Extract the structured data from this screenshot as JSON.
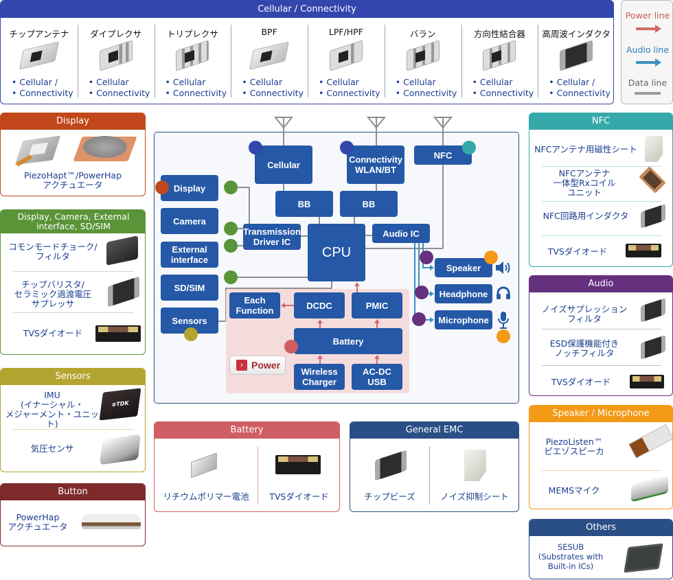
{
  "cellular_panel": {
    "title": "Cellular / Connectivity",
    "color": "#3346ad",
    "items": [
      {
        "name": "チップアンテナ",
        "tags": [
          "Cellular /",
          "Connectivity"
        ]
      },
      {
        "name": "ダイプレクサ",
        "tags": [
          "Cellular",
          "Connectivity"
        ]
      },
      {
        "name": "トリプレクサ",
        "tags": [
          "Cellular",
          "Connectivity"
        ]
      },
      {
        "name": "BPF",
        "tags": [
          "Cellular",
          "Connectivity"
        ]
      },
      {
        "name": "LPF/HPF",
        "tags": [
          "Cellular",
          "Connectivity"
        ]
      },
      {
        "name": "バラン",
        "tags": [
          "Cellular",
          "Connectivity"
        ]
      },
      {
        "name": "方向性結合器",
        "tags": [
          "Cellular",
          "Connectivity"
        ]
      },
      {
        "name": "高周波インダクタ",
        "tags": [
          "Cellular /",
          "Connectivity"
        ]
      }
    ]
  },
  "legend": {
    "power": {
      "label": "Power line",
      "color": "#d46a6a"
    },
    "audio": {
      "label": "Audio line",
      "color": "#3b8fbf"
    },
    "data": {
      "label": "Data line",
      "color": "#8f8f8f"
    }
  },
  "left_panels": {
    "display": {
      "title": "Display",
      "color": "#c1471a",
      "items": [
        "PiezoHapt™/PowerHap",
        "アクチュエータ"
      ]
    },
    "dcei": {
      "title_l1": "Display, Camera, External",
      "title_l2": "interface, SD/SIM",
      "color": "#5a9438",
      "items": [
        {
          "l1": "コモンモードチョーク/",
          "l2": "フィルタ"
        },
        {
          "l1": "チップバリスタ/",
          "l2": "セラミック過渡電圧",
          "l3": "サプレッサ"
        },
        {
          "l1": "TVSダイオード"
        }
      ]
    },
    "sensors": {
      "title": "Sensors",
      "color": "#b3a530",
      "items": [
        {
          "l1": "IMU",
          "l2": "(イナーシャル・",
          "l3": "メジャーメント・ユニット)"
        },
        {
          "l1": "気圧センサ"
        }
      ]
    },
    "button": {
      "title": "Button",
      "color": "#7e2a2a",
      "items": [
        "PowerHap",
        "アクチュエータ"
      ]
    }
  },
  "right_panels": {
    "nfc": {
      "title": "NFC",
      "color": "#35a9a9",
      "items": [
        {
          "l1": "NFCアンテナ用磁性シート"
        },
        {
          "l1": "NFCアンテナ",
          "l2": "一体型Rxコイル",
          "l3": "ユニット"
        },
        {
          "l1": "NFC回路用インダクタ"
        },
        {
          "l1": "TVSダイオード"
        }
      ]
    },
    "audio": {
      "title": "Audio",
      "color": "#65307e",
      "items": [
        {
          "l1": "ノイズサプレッション",
          "l2": "フィルタ"
        },
        {
          "l1": "ESD保護機能付き",
          "l2": "ノッチフィルタ"
        },
        {
          "l1": "TVSダイオード"
        }
      ]
    },
    "speaker": {
      "title": "Speaker / Microphone",
      "color": "#f39a16",
      "items": [
        {
          "l1": "PiezoListen™",
          "l2": "ピエゾスピーカ"
        },
        {
          "l1": "MEMSマイク"
        }
      ]
    },
    "others": {
      "title": "Others",
      "color": "#2a4f86",
      "items": [
        {
          "l1": "SESUB",
          "l2": "(Substrates with",
          "l3": "Built-in ICs)"
        }
      ]
    }
  },
  "bottom_panels": {
    "battery": {
      "title": "Battery",
      "color": "#cf5f63",
      "items": [
        "リチウムポリマー電池",
        "TVSダイオード"
      ]
    },
    "emc": {
      "title": "General EMC",
      "color": "#2a4f86",
      "items": [
        "チップビーズ",
        "ノイズ抑制シート"
      ]
    }
  },
  "diagram": {
    "blocks": {
      "cellular": "Cellular",
      "connectivity_l1": "Connectivity",
      "connectivity_l2": "WLAN/BT",
      "nfc": "NFC",
      "display": "Display",
      "camera": "Camera",
      "external_l1": "External",
      "external_l2": "interface",
      "sdsim": "SD/SIM",
      "sensors": "Sensors",
      "bb1": "BB",
      "bb2": "BB",
      "tdic_l1": "Transmission",
      "tdic_l2": "Driver IC",
      "cpu": "CPU",
      "audioic": "Audio IC",
      "speaker": "Speaker",
      "headphone": "Headphone",
      "microphone": "Microphone",
      "each_l1": "Each",
      "each_l2": "Function",
      "dcdc": "DCDC",
      "pmic": "PMIC",
      "battery": "Battery",
      "wireless_l1": "Wireless",
      "wireless_l2": "Charger",
      "acdc_l1": "AC-DC",
      "acdc_l2": "USB"
    },
    "power_button": "Power",
    "block_color": "#2558a6"
  }
}
